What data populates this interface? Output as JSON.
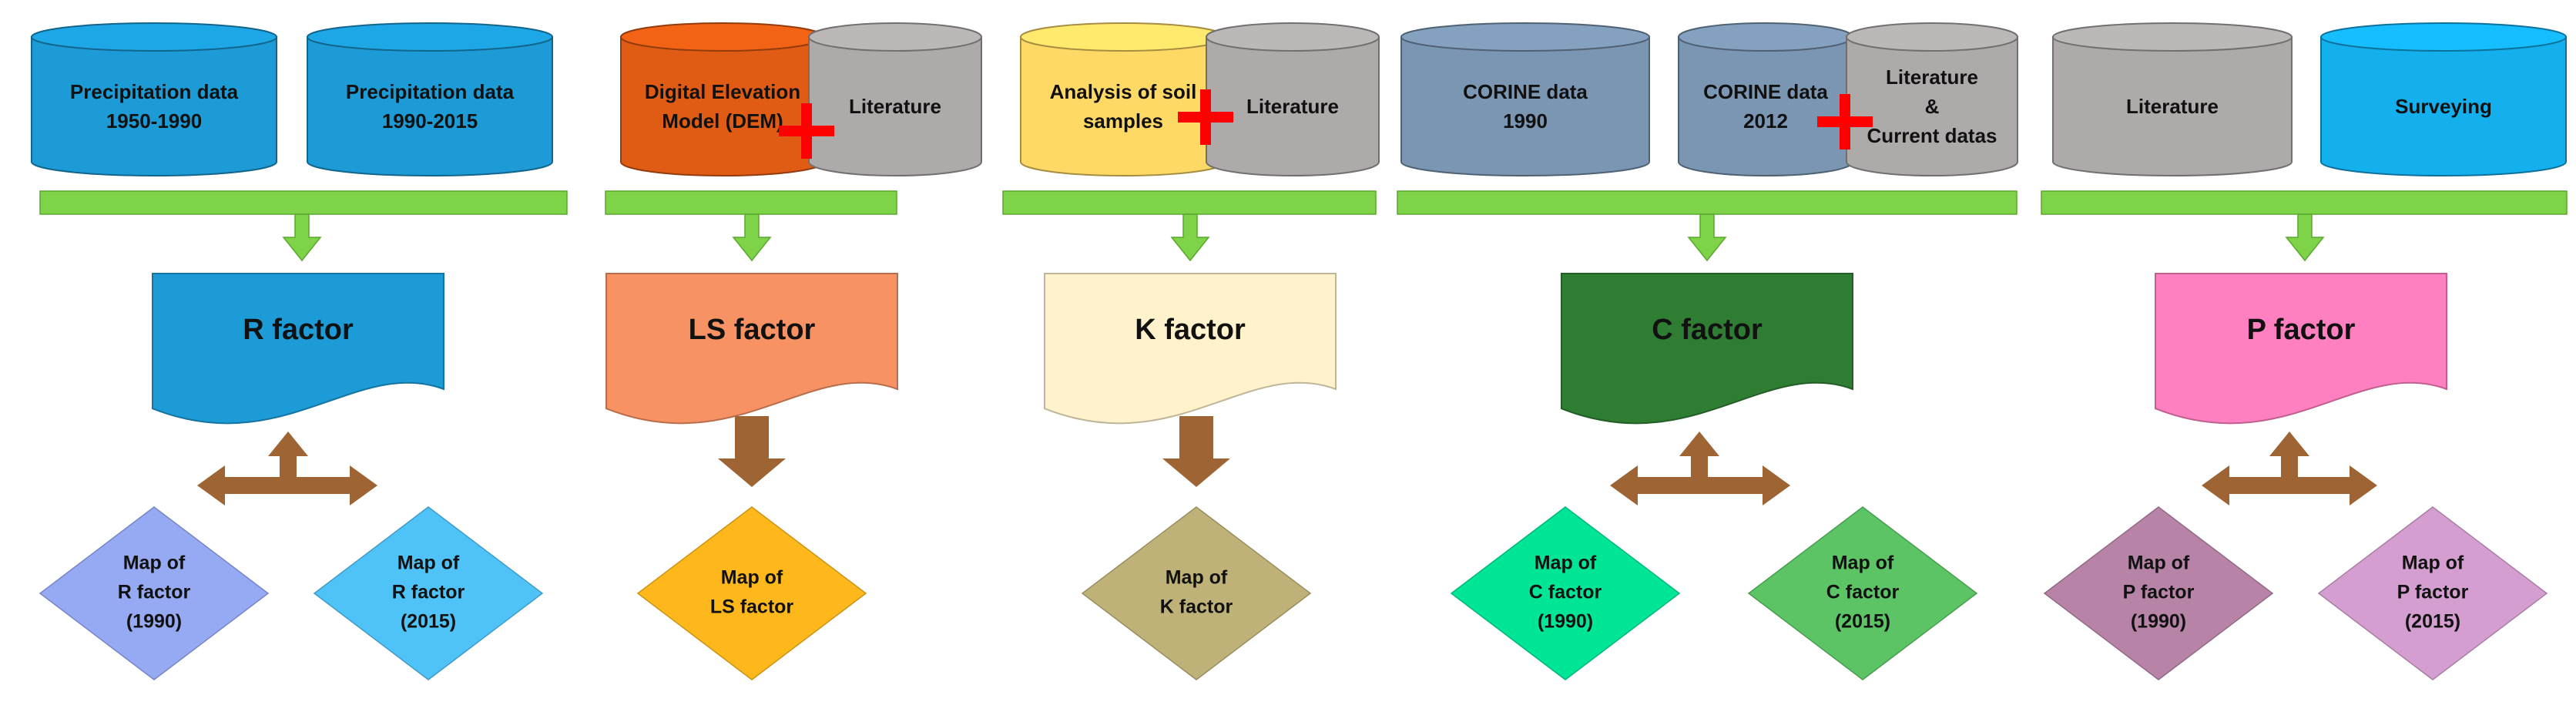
{
  "sources": [
    {
      "id": "precip-1950",
      "lines": [
        "Precipitation data",
        "1950-1990"
      ],
      "color": "#1c9bd6"
    },
    {
      "id": "precip-1990",
      "lines": [
        "Precipitation data",
        "1990-2015"
      ],
      "color": "#1c9bd6"
    },
    {
      "id": "dem",
      "lines": [
        "Digital Elevation",
        "Model (DEM)"
      ],
      "color": "#e05c14"
    },
    {
      "id": "lit-ls",
      "lines": [
        "Literature"
      ],
      "color": "#aeaaaa"
    },
    {
      "id": "soil",
      "lines": [
        "Analysis of soil",
        "samples"
      ],
      "color": "#ffd966"
    },
    {
      "id": "lit-k",
      "lines": [
        "Literature"
      ],
      "color": "#aeaaaa"
    },
    {
      "id": "corine-1990",
      "lines": [
        "CORINE data",
        "1990"
      ],
      "color": "#7a96b2"
    },
    {
      "id": "corine-2012",
      "lines": [
        "CORINE data",
        "2012"
      ],
      "color": "#7a96b2"
    },
    {
      "id": "lit-c",
      "lines": [
        "Literature",
        "&",
        "Current datas"
      ],
      "color": "#aeaaaa"
    },
    {
      "id": "lit-p",
      "lines": [
        "Literature"
      ],
      "color": "#aeaaaa"
    },
    {
      "id": "surveying",
      "lines": [
        "Surveying"
      ],
      "color": "#14b0ee"
    }
  ],
  "factors": [
    {
      "id": "r",
      "label": "R factor",
      "color": "#1c9bd6"
    },
    {
      "id": "ls",
      "label": "LS factor",
      "color": "#f79264"
    },
    {
      "id": "k",
      "label": "K factor",
      "color": "#fff2cc"
    },
    {
      "id": "c",
      "label": "C factor",
      "color": "#2e7d32"
    },
    {
      "id": "p",
      "label": "P factor",
      "color": "#ff80c0"
    }
  ],
  "maps": [
    {
      "id": "r-1990",
      "lines": [
        "Map of",
        "R factor",
        "(1990)"
      ],
      "color": "#96a9f3"
    },
    {
      "id": "r-2015",
      "lines": [
        "Map of",
        "R factor",
        "(2015)"
      ],
      "color": "#4fc3f7"
    },
    {
      "id": "ls",
      "lines": [
        "Map of",
        "LS factor"
      ],
      "color": "#ffb81c"
    },
    {
      "id": "k",
      "lines": [
        "Map of",
        "K factor"
      ],
      "color": "#bfb278"
    },
    {
      "id": "c-1990",
      "lines": [
        "Map of",
        "C factor",
        "(1990)"
      ],
      "color": "#00e696"
    },
    {
      "id": "c-2015",
      "lines": [
        "Map of",
        "C factor",
        "(2015)"
      ],
      "color": "#5cc465"
    },
    {
      "id": "p-1990",
      "lines": [
        "Map of",
        "P factor",
        "(1990)"
      ],
      "color": "#b784a7"
    },
    {
      "id": "p-2015",
      "lines": [
        "Map of",
        "P factor",
        "(2015)"
      ],
      "color": "#d59ed0"
    }
  ],
  "colors": {
    "merge_bar": "#7ed348",
    "merge_bar_edge": "#5aa82e",
    "arrow_brown": "#9e6434",
    "plus_red": "#ff0000"
  }
}
